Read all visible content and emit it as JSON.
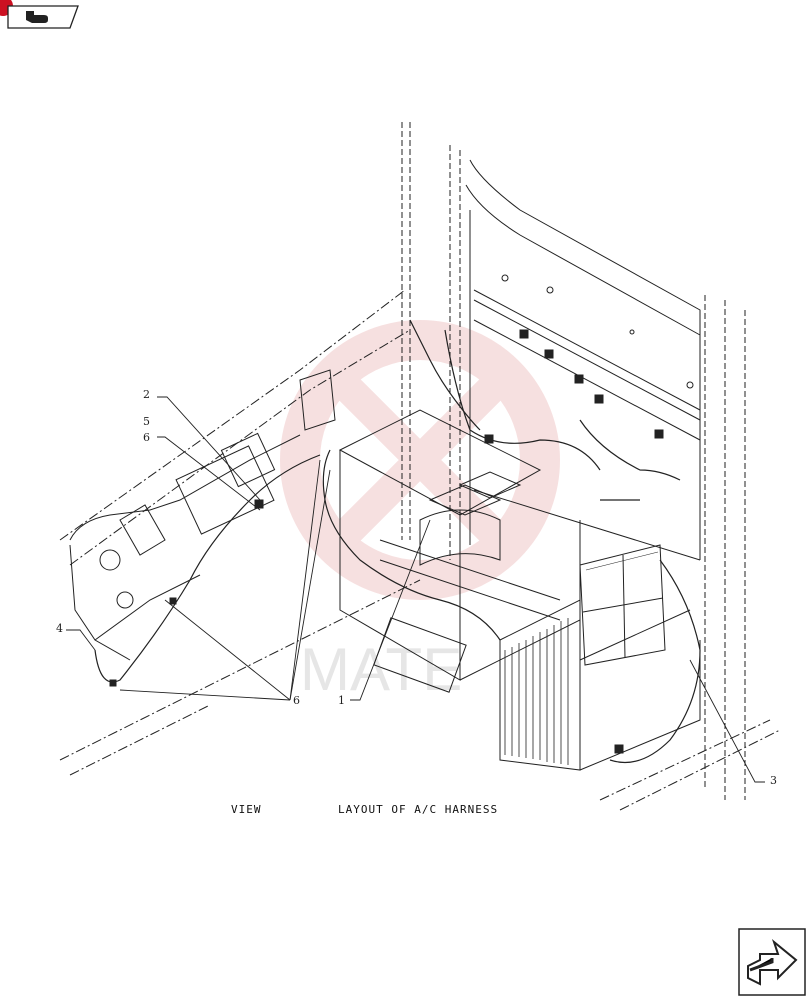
{
  "caption": {
    "view": "VIEW",
    "title": "LAYOUT OF A/C HARNESS"
  },
  "callouts": [
    "1",
    "2",
    "3",
    "4",
    "5",
    "6",
    "6"
  ],
  "icons": {
    "top_left_tab": "hand-pointer-icon",
    "bottom_right": "next-page-arrow-icon"
  },
  "colors": {
    "line": "#222222",
    "watermark": "#e8a7a7",
    "badge": "#cc1122"
  }
}
